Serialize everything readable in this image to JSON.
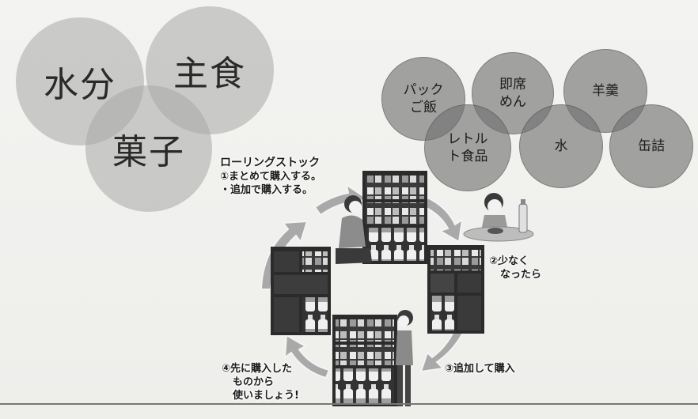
{
  "categories": {
    "water": "水分",
    "staple": "主食",
    "sweets": "菓子"
  },
  "items": {
    "pack_rice": [
      "パック",
      "ご飯"
    ],
    "instant_noodles": [
      "即席",
      "めん"
    ],
    "yokan": "羊羹",
    "retort": [
      "レトル",
      "ト食品"
    ],
    "water": "水",
    "canned": "缶詰"
  },
  "rolling_stock": {
    "title": "ローリングストック",
    "step1": [
      "①まとめて購入する。",
      "・追加で購入する。"
    ],
    "step2": [
      "②少なく",
      "なったら"
    ],
    "step3": "③追加して購入",
    "step4": [
      "④先に購入した",
      "ものから",
      "使いましょう!"
    ]
  },
  "colors": {
    "big_circle": "#a8a8a8",
    "small_circle": "#707070",
    "arrow": "#a9a9a9",
    "shelf": "#2b2b2b"
  }
}
